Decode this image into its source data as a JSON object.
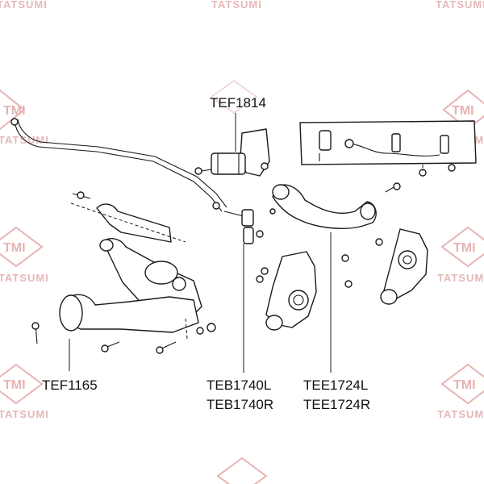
{
  "watermark": {
    "logo_text": "TMI",
    "brand_text": "TATSUMI",
    "color": "#e6b8b8"
  },
  "callouts": {
    "tef1814": "TEF1814",
    "tef1165": "TEF1165",
    "teb1740l": "TEB1740L",
    "teb1740r": "TEB1740R",
    "tee1724l": "TEE1724L",
    "tee1724r": "TEE1724R"
  }
}
